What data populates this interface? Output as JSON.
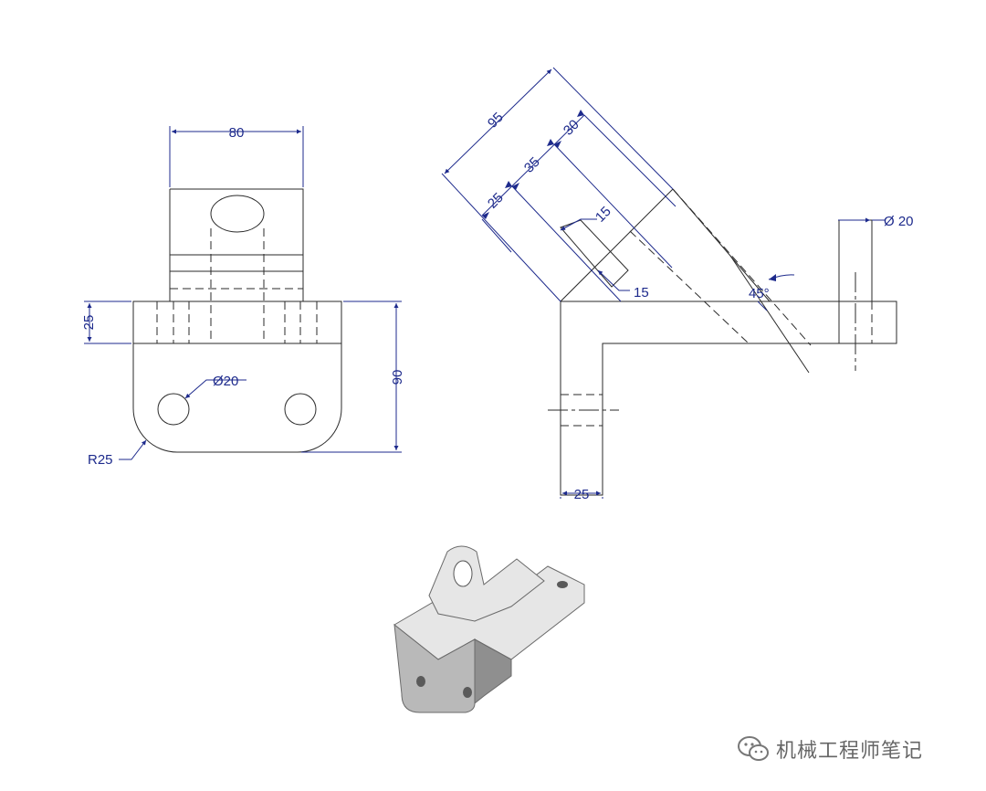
{
  "front_view": {
    "width_label": "80",
    "thickness_label": "25",
    "height_label": "90",
    "hole_label": "Ø20",
    "radius_label": "R25"
  },
  "side_view": {
    "length_label": "95",
    "seg_25_label": "25",
    "seg_35_label": "35",
    "seg_30_label": "30",
    "slot_top_label": "15",
    "slot_side_label": "15",
    "angle_label": "45°",
    "boss_hole_label": "Ø 20",
    "base_thickness_label": "25"
  },
  "iso_view": {
    "body_color": "#b9b9b9",
    "face_light": "#e6e6e6",
    "face_dark": "#8f8f8f"
  },
  "watermark": {
    "icon": "wechat-icon",
    "text": "机械工程师笔记"
  }
}
